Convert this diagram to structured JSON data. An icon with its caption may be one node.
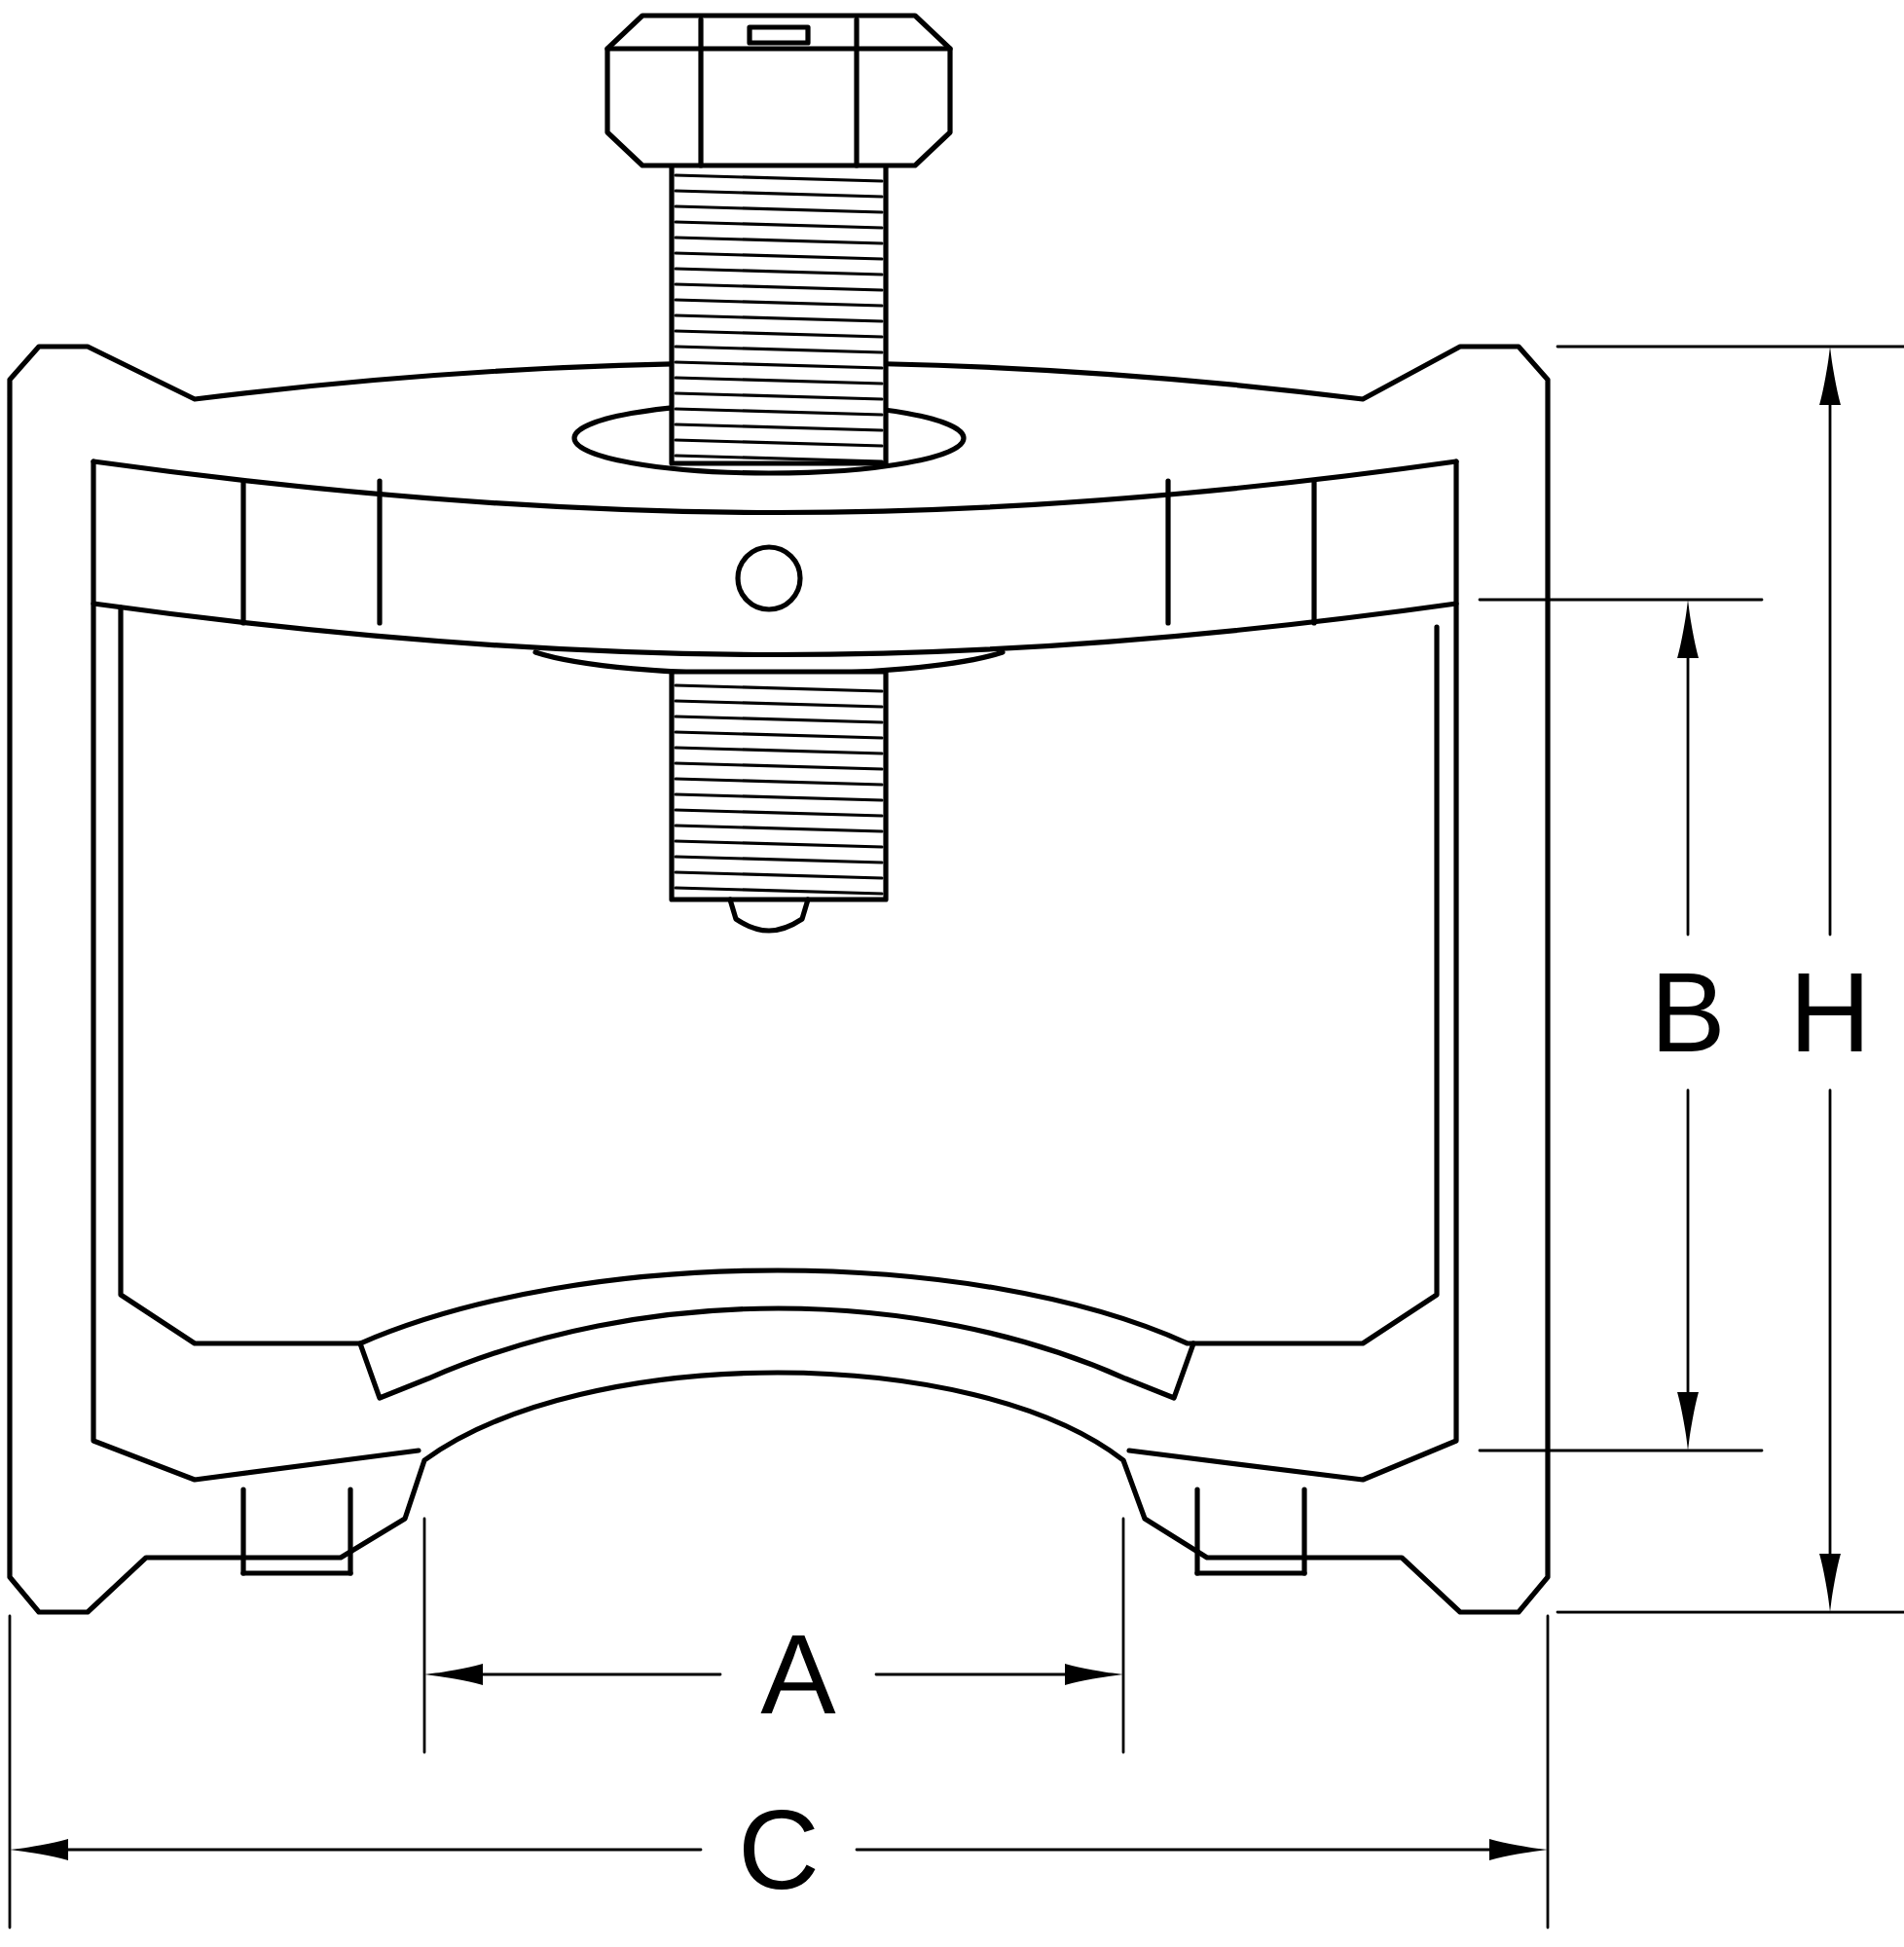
{
  "diagram": {
    "labels": [
      "B",
      "H",
      "A",
      "C"
    ]
  }
}
